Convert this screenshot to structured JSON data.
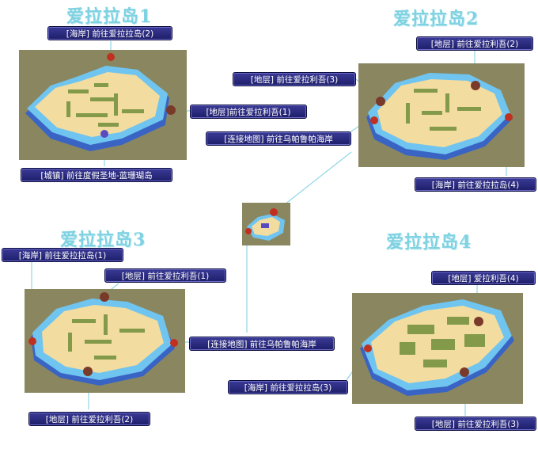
{
  "titles": {
    "island1": "爱拉拉岛1",
    "island2": "爱拉拉岛2",
    "island3": "爱拉拉岛3",
    "island4": "爱拉拉岛4"
  },
  "labels": {
    "i1_shore_to_2": "[海岸] 前往爱拉拉岛(2)",
    "i1_floor_to_1": "[地层]前往爱拉利吾(1)",
    "i1_town": "[城镇] 前往度假圣地-蓝珊瑚岛",
    "i2_floor_to_2": "[地层] 前往爱拉利吾(2)",
    "i2_floor_to_3": "[地层] 前往爱拉利吾(3)",
    "i2_connect": "[连接地图] 前往乌帕鲁帕海岸",
    "i2_shore_to_4": "[海岸] 前往爱拉拉岛(4)",
    "i3_shore_to_1": "[海岸] 前往爱拉拉岛(1)",
    "i3_floor_to_1": "[地层] 前往爱拉利吾(1)",
    "i3_connect": "[连接地图] 前往乌帕鲁帕海岸",
    "i3_floor_to_2": "[地层] 前往爱拉利吾(2)",
    "i4_floor_4": "[地层] 爱拉利吾(4)",
    "i4_shore_to_3": "[海岸] 前往爱拉拉岛(3)",
    "i4_floor_to_3": "[地层] 前往爱拉利吾(3)"
  },
  "colors": {
    "title": "#7fd2e2",
    "label_bg": "#2a2a80",
    "connector": "#8fd6e6",
    "sea": "#8a8760",
    "shore": "#4aa8e6",
    "sand": "#f2dca0",
    "grass": "#6f8f3a"
  }
}
